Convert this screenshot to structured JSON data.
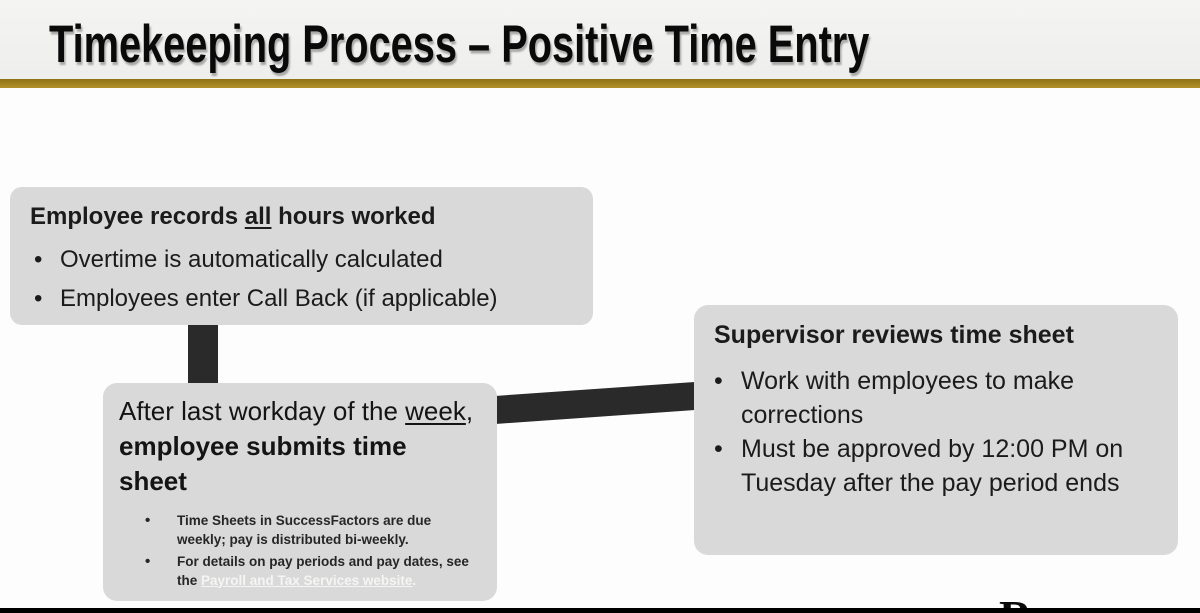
{
  "slide": {
    "title": "Timekeeping Process – Positive Time Entry"
  },
  "colors": {
    "accent_gold": "#b2922c",
    "accent_gold_dark": "#8f7115",
    "box_gray": "#d9d9d9",
    "connector_dark": "#2a2a2a"
  },
  "nodes": {
    "employee_records": {
      "title": {
        "pre": "Employee records ",
        "underlined": "all",
        "post": " hours worked"
      },
      "bullets": [
        "Overtime is automatically calculated",
        "Employees enter Call Back (if applicable)"
      ]
    },
    "employee_submits": {
      "title": {
        "regular": "After last workday of the ",
        "underlined": "week",
        "separator": ", ",
        "bold": "employee submits time sheet"
      },
      "sub_bullets": [
        {
          "text": "Time Sheets in SuccessFactors are due weekly; pay is distributed bi-weekly."
        },
        {
          "prefix": "For details on pay periods and pay dates, see the ",
          "link_text": "Payroll and Tax Services website",
          "suffix": "."
        }
      ]
    },
    "supervisor_reviews": {
      "title": "Supervisor reviews time sheet",
      "bullets": [
        "Work with employees to make corrections",
        "Must be approved by 12:00 PM on Tuesday after the pay period ends"
      ]
    }
  },
  "footer": {
    "partial_logo_letter": "R"
  }
}
